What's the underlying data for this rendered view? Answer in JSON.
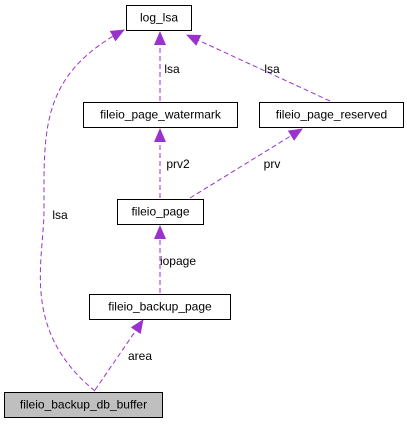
{
  "diagram": {
    "nodes": [
      {
        "id": "log_lsa",
        "label": "log_lsa",
        "highlighted": false
      },
      {
        "id": "fileio_page_watermark",
        "label": "fileio_page_watermark",
        "highlighted": false
      },
      {
        "id": "fileio_page_reserved",
        "label": "fileio_page_reserved",
        "highlighted": false
      },
      {
        "id": "fileio_page",
        "label": "fileio_page",
        "highlighted": false
      },
      {
        "id": "fileio_backup_page",
        "label": "fileio_backup_page",
        "highlighted": false
      },
      {
        "id": "fileio_backup_db_buffer",
        "label": "fileio_backup_db_buffer",
        "highlighted": true
      }
    ],
    "edges": [
      {
        "id": "e_watermark_log",
        "from": "fileio_page_watermark",
        "to": "log_lsa",
        "label": "lsa"
      },
      {
        "id": "e_reserved_log",
        "from": "fileio_page_reserved",
        "to": "log_lsa",
        "label": "lsa"
      },
      {
        "id": "e_page_watermark",
        "from": "fileio_page",
        "to": "fileio_page_watermark",
        "label": "prv2"
      },
      {
        "id": "e_page_reserved",
        "from": "fileio_page",
        "to": "fileio_page_reserved",
        "label": "prv"
      },
      {
        "id": "e_backuppage_page",
        "from": "fileio_backup_page",
        "to": "fileio_page",
        "label": "iopage"
      },
      {
        "id": "e_buffer_backuppage",
        "from": "fileio_backup_db_buffer",
        "to": "fileio_backup_page",
        "label": "area"
      },
      {
        "id": "e_buffer_log",
        "from": "fileio_backup_db_buffer",
        "to": "log_lsa",
        "label": "lsa"
      }
    ],
    "colors": {
      "edge": "#9a32cd",
      "node_border": "#000000",
      "node_fill": "#ffffff",
      "highlight_fill": "#bfbfbf",
      "text": "#000000"
    }
  }
}
